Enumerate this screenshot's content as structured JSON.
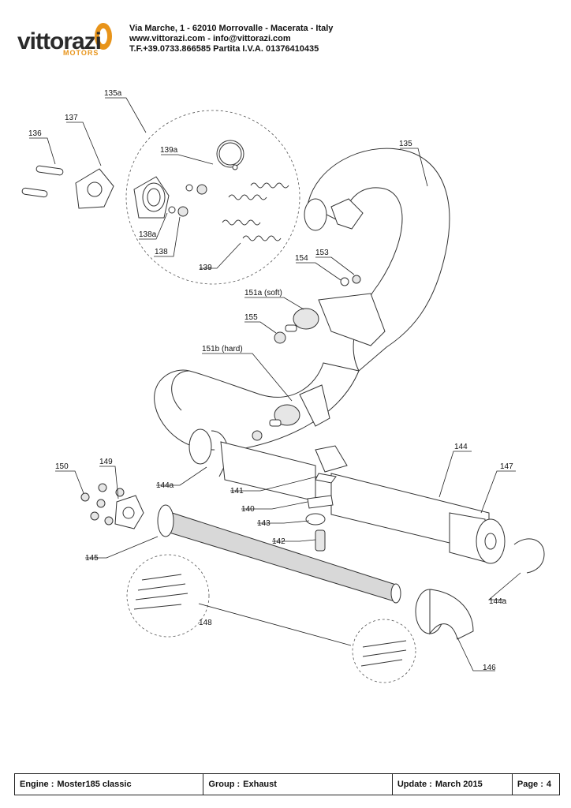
{
  "header": {
    "logo_text": "vittorazi",
    "logo_sub": "MOTORS",
    "address_line1": "Via Marche, 1 - 62010 Morrovalle - Macerata - Italy",
    "address_line2": "www.vittorazi.com - info@vittorazi.com",
    "address_line3": "T.F.+39.0733.866585  Partita I.V.A.  01376410435"
  },
  "labels": {
    "l135a": "135a",
    "l137": "137",
    "l136": "136",
    "l139a": "139a",
    "l138a": "138a",
    "l138": "138",
    "l139": "139",
    "l135": "135",
    "l154": "154",
    "l153": "153",
    "l151a": "151a (soft)",
    "l155": "155",
    "l151b": "151b (hard)",
    "l150": "150",
    "l149": "149",
    "l144a_1": "144a",
    "l141": "141",
    "l140": "140",
    "l143": "143",
    "l142": "142",
    "l145": "145",
    "l144": "144",
    "l147": "147",
    "l144a_2": "144a",
    "l148": "148",
    "l146": "146"
  },
  "footer": {
    "engine_label": "Engine :",
    "engine_value": "Moster185 classic",
    "group_label": "Group :",
    "group_value": "Exhaust",
    "update_label": "Update :",
    "update_value": "March 2015",
    "page_label": "Page :",
    "page_value": "4"
  }
}
